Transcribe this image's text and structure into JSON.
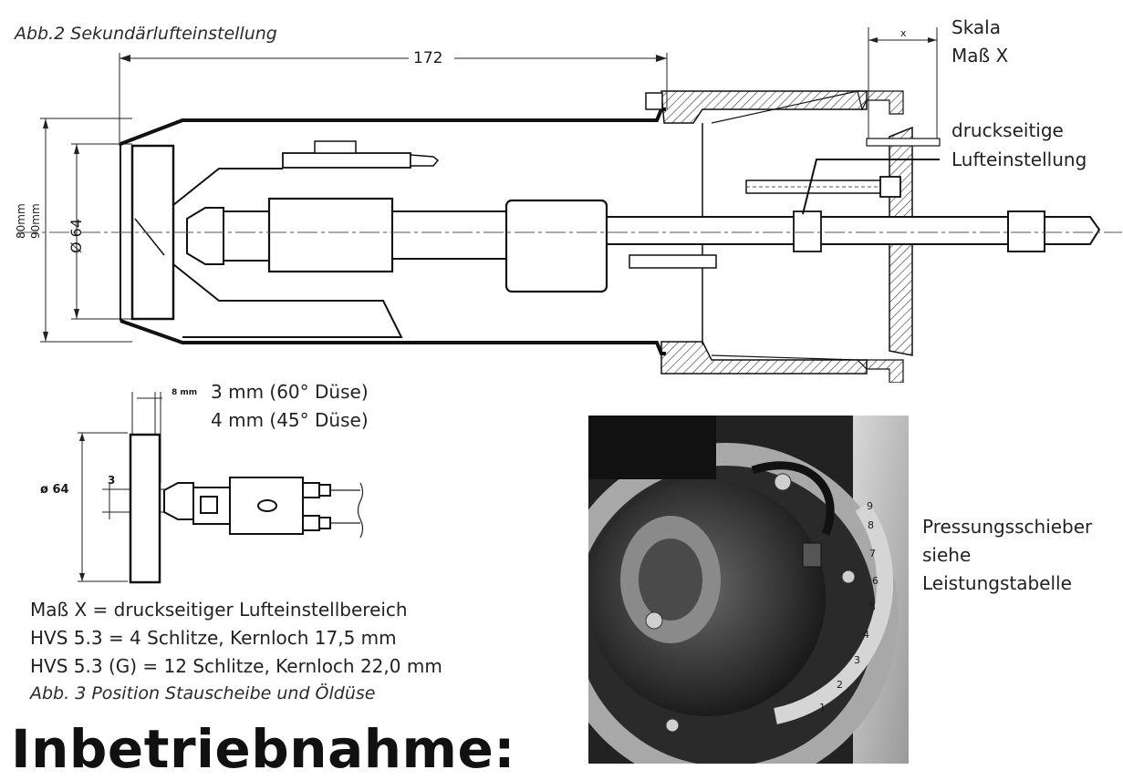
{
  "fig2": {
    "caption": "Abb.2 Sekundärlufteinstellung",
    "dim_172": "172",
    "dim_x": "x",
    "skala": "Skala",
    "mass_x": "Maß X",
    "druck_1": "druckseitige",
    "druck_2": "Lufteinstellung",
    "d80": "80mm",
    "d90": "90mm",
    "d64": "Ø 64"
  },
  "fig3": {
    "dim_8": "8 mm",
    "dim_3": "3",
    "d64": "ø 64",
    "note_60": "3 mm (60° Düse)",
    "note_45": "4 mm (45° Düse)"
  },
  "notes": {
    "line1": "Maß X = druckseitiger Lufteinstellbereich",
    "line2": "HVS 5.3 = 4 Schlitze, Kernloch 17,5 mm",
    "line3": "HVS 5.3 (G) = 12 Schlitze, Kernloch 22,0 mm",
    "caption3": "Abb. 3 Position Stauscheibe und Öldüse"
  },
  "photo": {
    "scale_numbers": [
      "9",
      "8",
      "7",
      "6",
      "5",
      "4",
      "3",
      "2",
      "1"
    ],
    "label1": "Pressungsschieber",
    "label2": "siehe",
    "label3": "Leistungstabelle"
  },
  "heading": "Inbetriebnahme:"
}
